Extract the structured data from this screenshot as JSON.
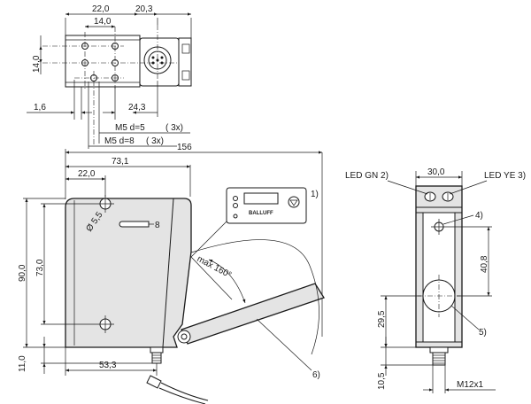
{
  "dimensions": {
    "top_22": "22,0",
    "top_20_3": "20,3",
    "top_14": "14,0",
    "left_14": "14,0",
    "d_1_6": "1,6",
    "d_24_3": "24,3",
    "m5_d5": "M5 d=5",
    "m5_d5_qty": "( 3x)",
    "m5_d8": "M5 d=8",
    "m5_d8_qty": "( 3x)",
    "d_156": "156",
    "d_73_1": "73,1",
    "d_22": "22,0",
    "d_90": "90,0",
    "d_73": "73,0",
    "d_11": "11,0",
    "d_53_3": "53,3",
    "d_phi_5_5": "Ø 5,5",
    "max_angle": "max 160°",
    "side_30": "30,0",
    "side_40_8": "40,8",
    "side_29_5": "29,5",
    "side_10_5": "10,5",
    "m12": "M12x1"
  },
  "callouts": {
    "c1": "1)",
    "c4": "4)",
    "c5": "5)",
    "c6": "6)",
    "c8": "8",
    "led_gn": "LED GN 2)",
    "led_ye": "LED YE 3)"
  },
  "panel": {
    "brand": "BALLUFF"
  }
}
